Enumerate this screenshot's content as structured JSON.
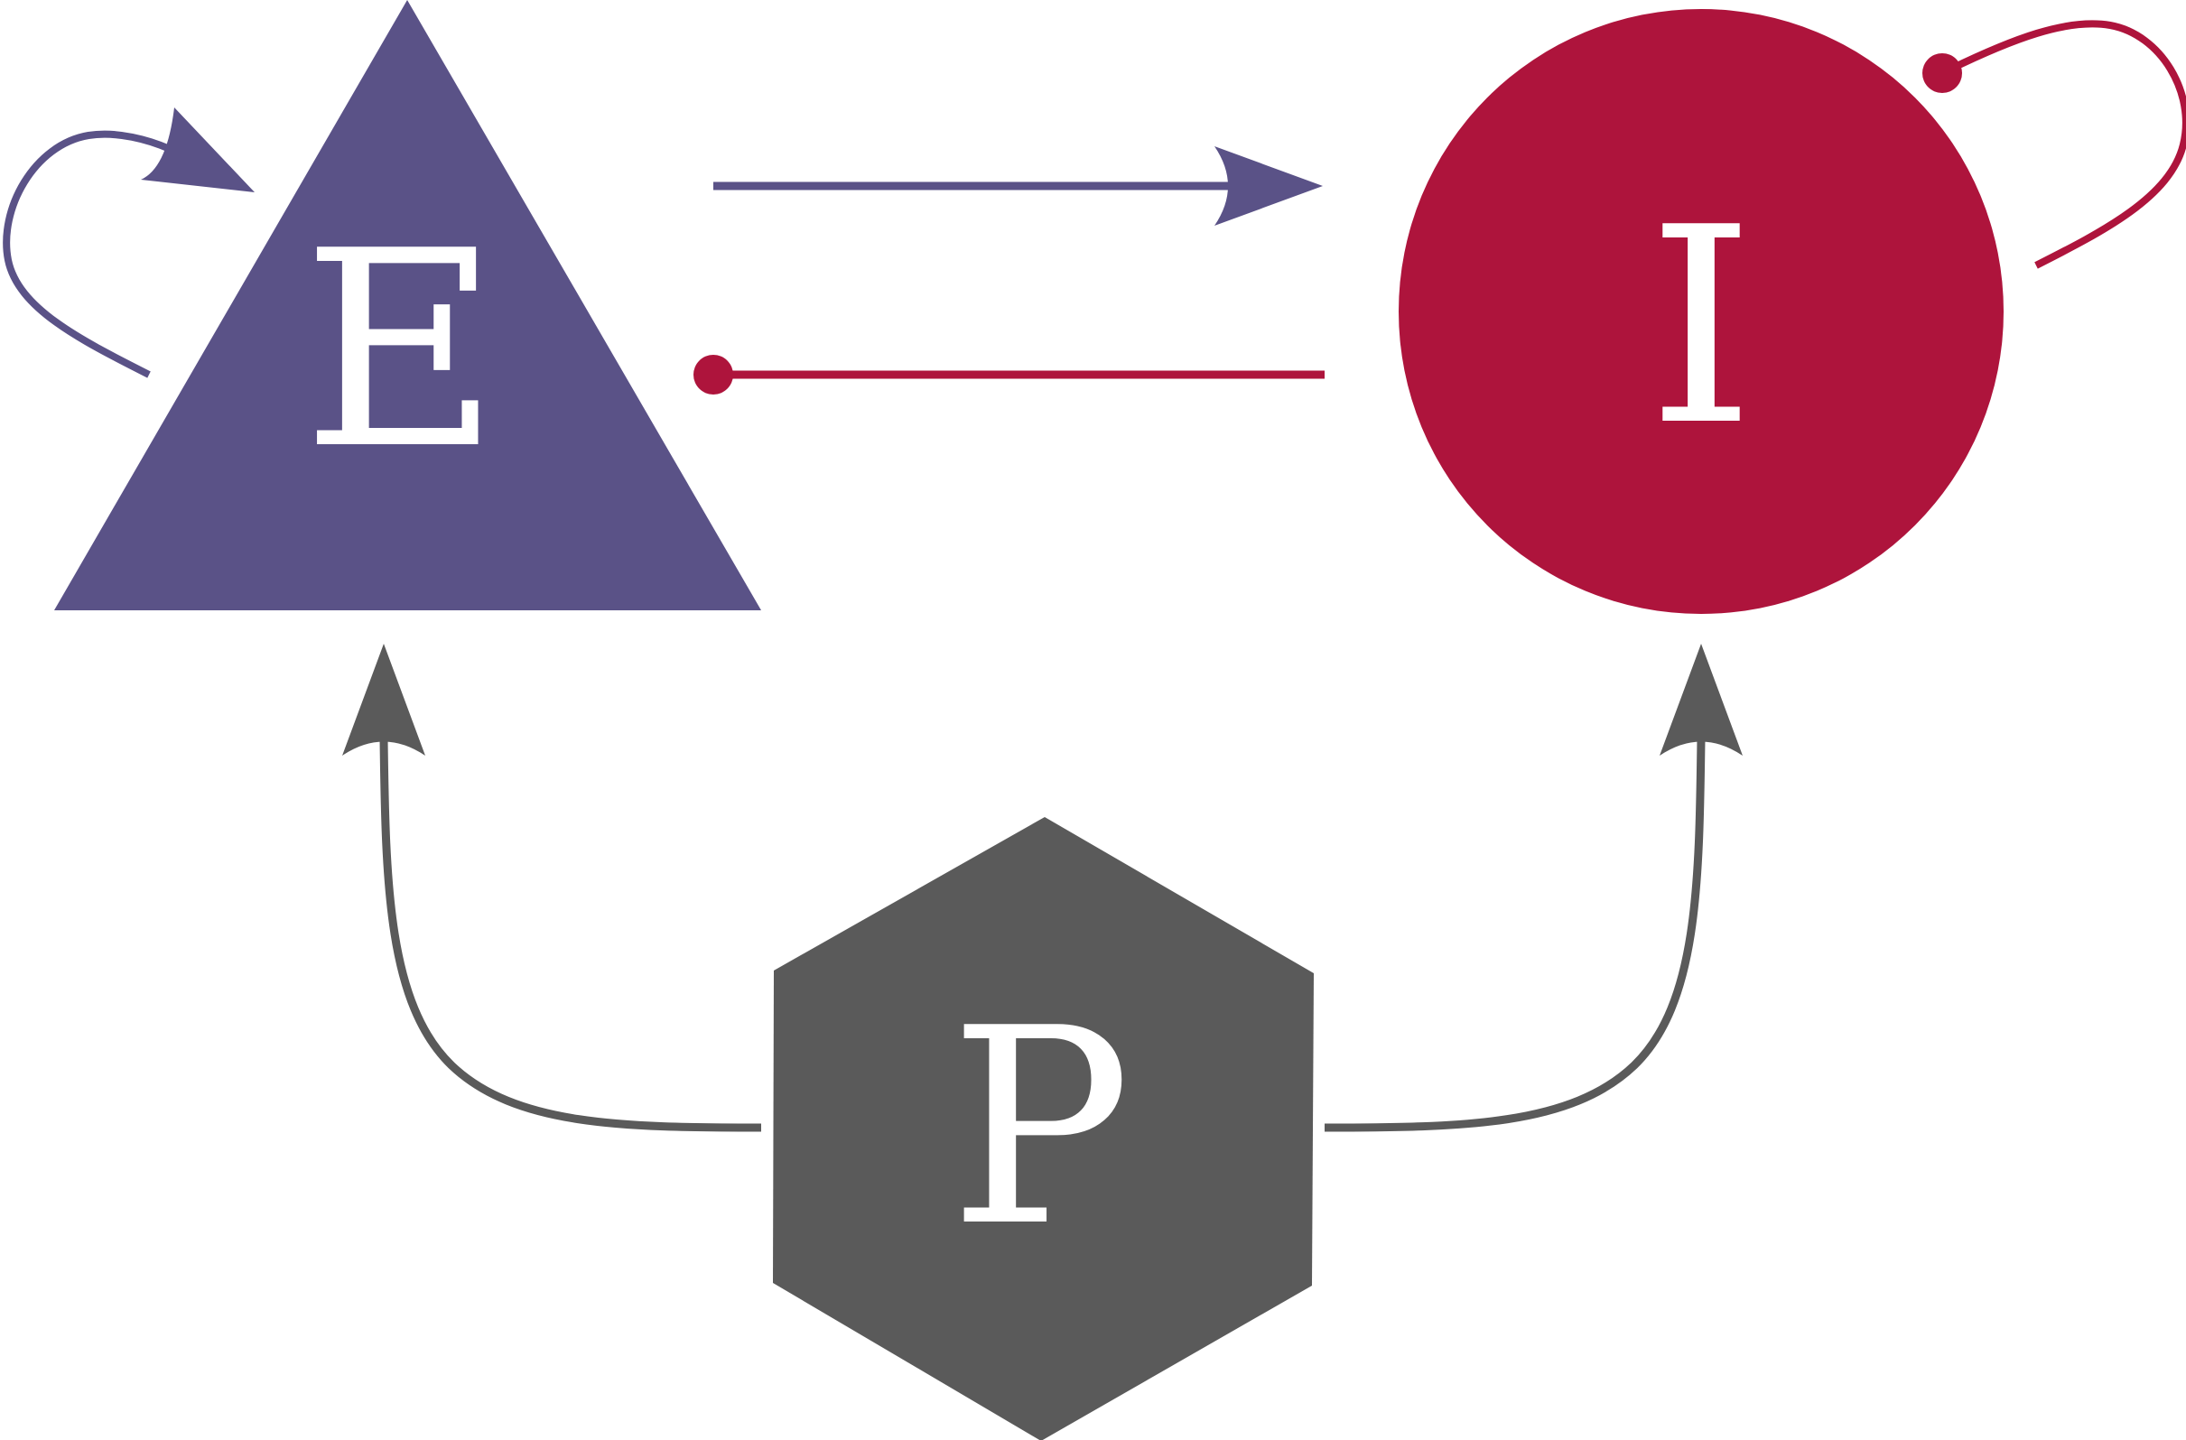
{
  "nodes": {
    "e": {
      "label": "E",
      "shape": "triangle",
      "color": "#5A5287"
    },
    "i": {
      "label": "I",
      "shape": "circle",
      "color": "#AE143C"
    },
    "p": {
      "label": "P",
      "shape": "hexagon",
      "color": "#5A5A5A"
    }
  },
  "edges": [
    {
      "from": "E",
      "to": "E",
      "kind": "self-loop",
      "end": "arrow",
      "color": "#5A5287"
    },
    {
      "from": "E",
      "to": "I",
      "kind": "straight",
      "end": "arrow",
      "color": "#5A5287"
    },
    {
      "from": "I",
      "to": "E",
      "kind": "straight",
      "end": "dot",
      "color": "#AE143C"
    },
    {
      "from": "I",
      "to": "I",
      "kind": "self-loop",
      "end": "dot",
      "color": "#AE143C"
    },
    {
      "from": "P",
      "to": "E",
      "kind": "curved",
      "end": "arrow",
      "color": "#5A5A5A"
    },
    {
      "from": "P",
      "to": "I",
      "kind": "curved",
      "end": "arrow",
      "color": "#5A5A5A"
    }
  ]
}
